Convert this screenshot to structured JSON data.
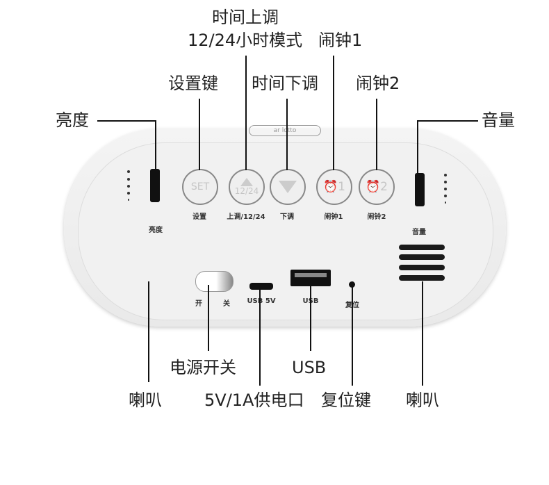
{
  "callouts": {
    "brightness": "亮度",
    "set_key": "设置键",
    "time_up": "时间上调",
    "mode_12_24": "12/24小时模式",
    "alarm1": "闹钟1",
    "time_down": "时间下调",
    "alarm2": "闹钟2",
    "volume": "音量",
    "speaker_left": "喇叭",
    "power_switch": "电源开关",
    "power_port": "5V/1A供电口",
    "usb": "USB",
    "reset_key": "复位键",
    "speaker_right": "喇叭"
  },
  "device": {
    "logo": "ar lotto",
    "buttons": [
      {
        "face": "SET",
        "label": "设置"
      },
      {
        "face": "12/24",
        "label": "上调/12/24"
      },
      {
        "face": "",
        "label": "下调"
      },
      {
        "face": "1",
        "label": "闹钟1"
      },
      {
        "face": "2",
        "label": "闹铃2"
      }
    ],
    "brightness_label": "亮度",
    "volume_label": "音量",
    "switch_on": "开",
    "switch_off": "关",
    "micro_usb": "USB  5V",
    "usb_port": "USB",
    "reset": "复位"
  }
}
